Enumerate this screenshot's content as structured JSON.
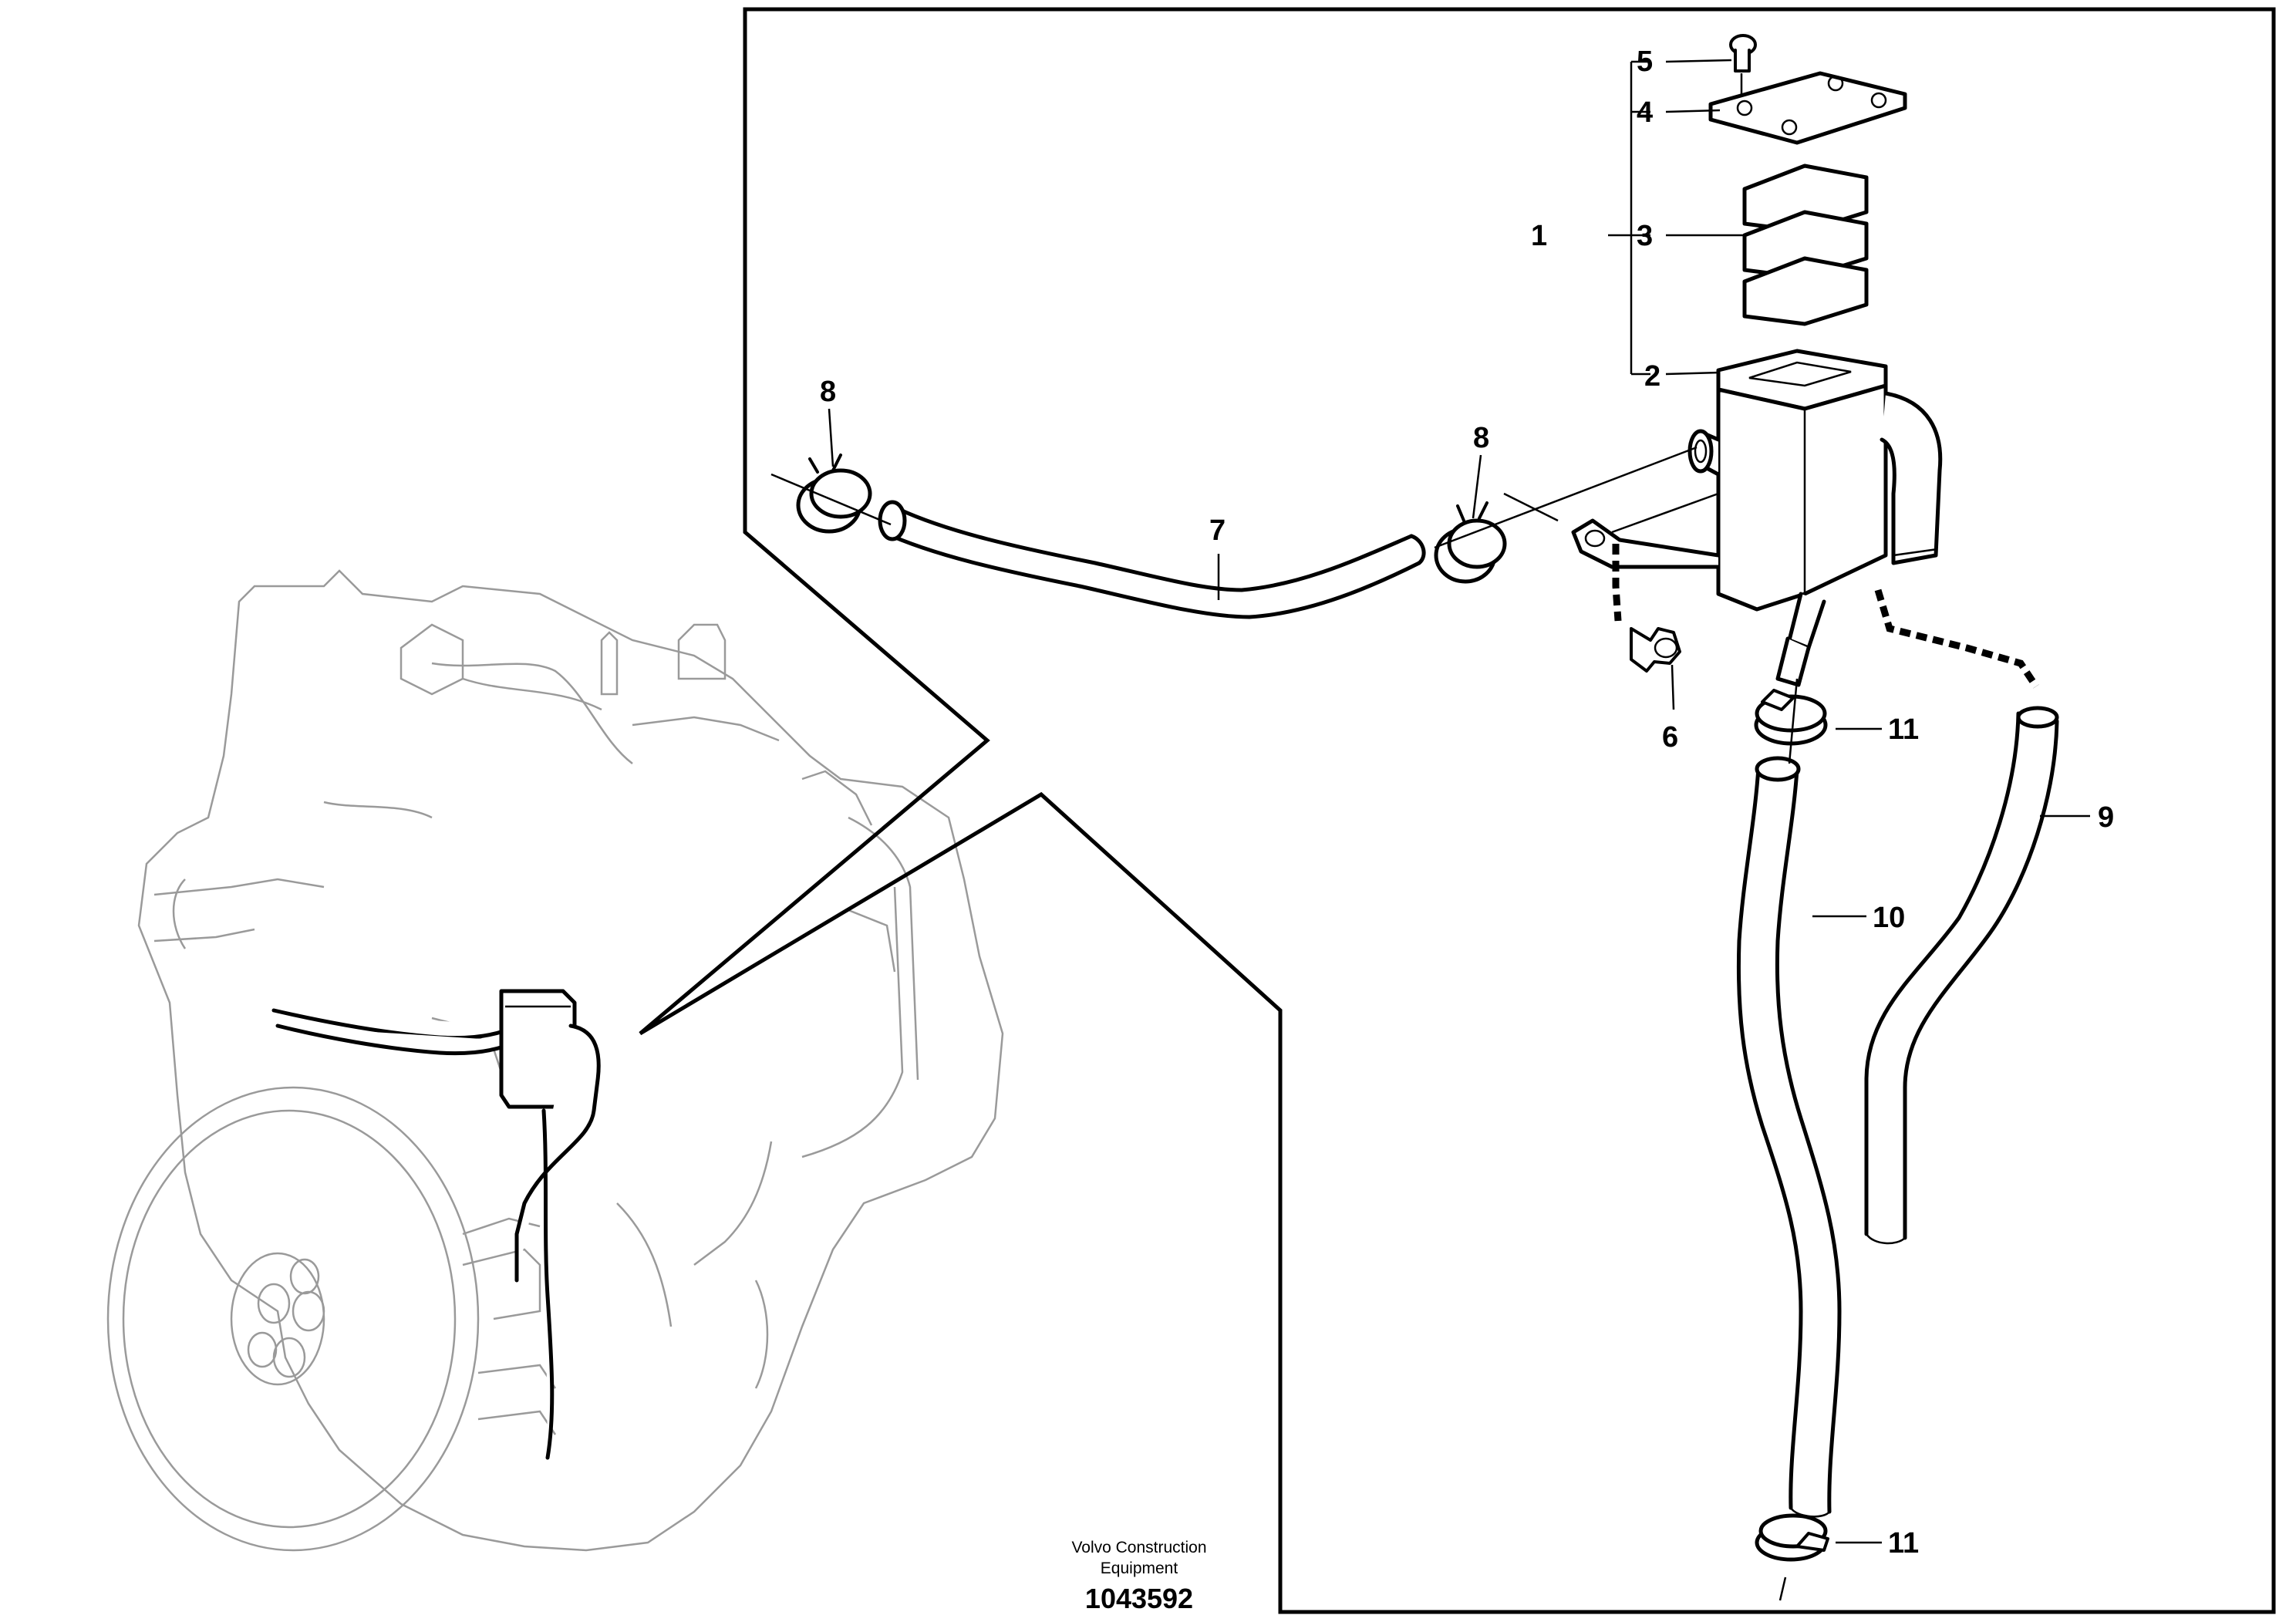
{
  "labels": {
    "l1": "1",
    "l2": "2",
    "l3": "3",
    "l4": "4",
    "l5": "5",
    "l6": "6",
    "l7": "7",
    "l8a": "8",
    "l8b": "8",
    "l9": "9",
    "l10": "10",
    "l11a": "11",
    "l11b": "11"
  },
  "credit": {
    "line1": "Volvo Construction",
    "line2": "Equipment",
    "doc_number": "1043592"
  }
}
